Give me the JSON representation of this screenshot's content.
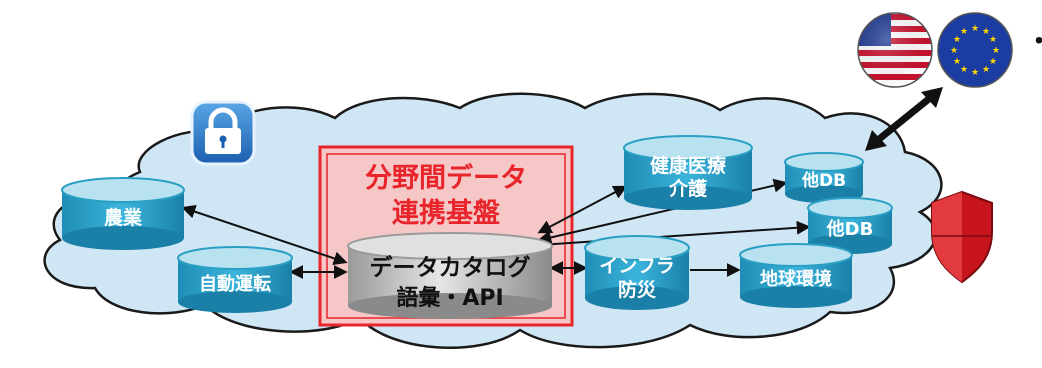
{
  "platform": {
    "title_line1": "分野間データ",
    "title_line2": "連携基盤"
  },
  "catalog": {
    "line1": "データカタログ",
    "line2": "語彙・API"
  },
  "nodes": {
    "agriculture": "農業",
    "autonomous_driving": "自動運転",
    "healthcare_line1": "健康医療",
    "healthcare_line2": "介護",
    "other_db_1": "他DB",
    "other_db_2": "他DB",
    "infra_line1": "インフラ",
    "infra_line2": "防災",
    "earth_env": "地球環境"
  },
  "flags": {
    "us": "us-flag",
    "eu": "eu-flag",
    "more_mark": "・"
  },
  "icons": {
    "lock": "lock-icon",
    "shield": "shield-icon"
  },
  "colors": {
    "cloud_fill": "#cfe6f5",
    "cloud_stroke": "#1a1a1a",
    "cylinder_teal": "#2a9fc4",
    "cylinder_top": "#b9e2f1",
    "platform_red": "#e8252b",
    "platform_fill": "#f6c7c7",
    "catalog_gray": "#c9c9c9"
  }
}
